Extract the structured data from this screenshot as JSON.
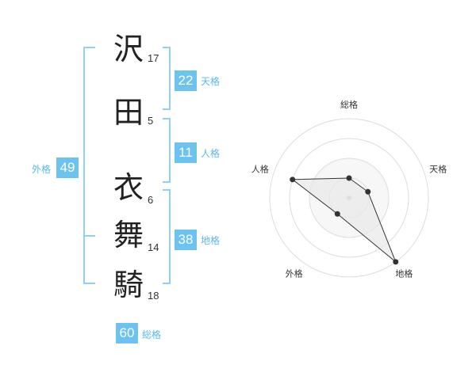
{
  "name_chars": [
    {
      "char": "沢",
      "strokes": "17"
    },
    {
      "char": "田",
      "strokes": "5"
    },
    {
      "char": "衣",
      "strokes": "6"
    },
    {
      "char": "舞",
      "strokes": "14"
    },
    {
      "char": "騎",
      "strokes": "18"
    }
  ],
  "kakusu": {
    "tenkaku": {
      "value": "22",
      "label": "天格"
    },
    "jinkaku": {
      "value": "11",
      "label": "人格"
    },
    "chikaku": {
      "value": "38",
      "label": "地格"
    },
    "gaikaku": {
      "value": "49",
      "label": "外格"
    },
    "soukaku": {
      "value": "60",
      "label": "総格"
    }
  },
  "chart_data": {
    "type": "radar",
    "axes": [
      "総格",
      "天格",
      "地格",
      "外格",
      "人格"
    ],
    "rings": 4,
    "values": [
      1,
      1,
      4,
      1,
      3
    ]
  },
  "colors": {
    "accent": "#6cc3f0",
    "bracket": "#8fd0f4",
    "ring": "#dddddd",
    "fill": "#e8e8e8",
    "line": "#333333"
  }
}
